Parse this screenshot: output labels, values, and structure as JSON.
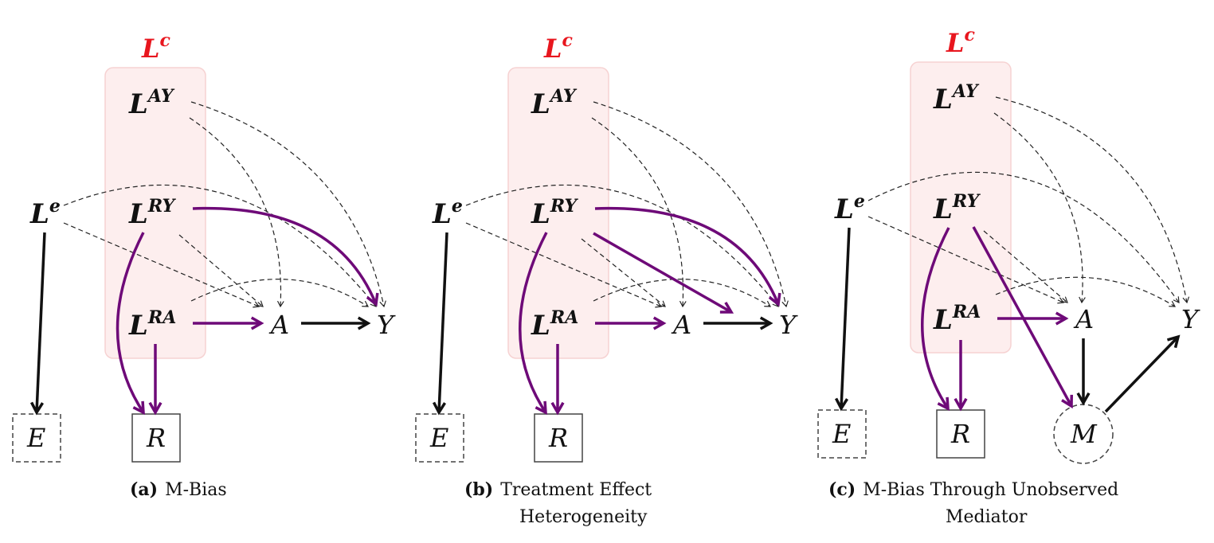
{
  "colors": {
    "purple": "#6e0a78",
    "black": "#111111",
    "red": "#e8161e",
    "box_fill": "#fdeeee"
  },
  "nodes": {
    "Lc": {
      "base": "L",
      "sup": "c"
    },
    "LAY": {
      "base": "L",
      "sup": "AY"
    },
    "LRY": {
      "base": "L",
      "sup": "RY"
    },
    "LRA": {
      "base": "L",
      "sup": "RA"
    },
    "Le": {
      "base": "L",
      "sup": "e"
    },
    "A": "A",
    "Y": "Y",
    "E": "E",
    "R": "R",
    "M": "M"
  },
  "captions": [
    {
      "tag": "(a)",
      "line1": "M-Bias",
      "line2": ""
    },
    {
      "tag": "(b)",
      "line1": "Treatment Effect",
      "line2": "Heterogeneity"
    },
    {
      "tag": "(c)",
      "line1": "M-Bias Through Unobserved",
      "line2": "Mediator"
    }
  ]
}
